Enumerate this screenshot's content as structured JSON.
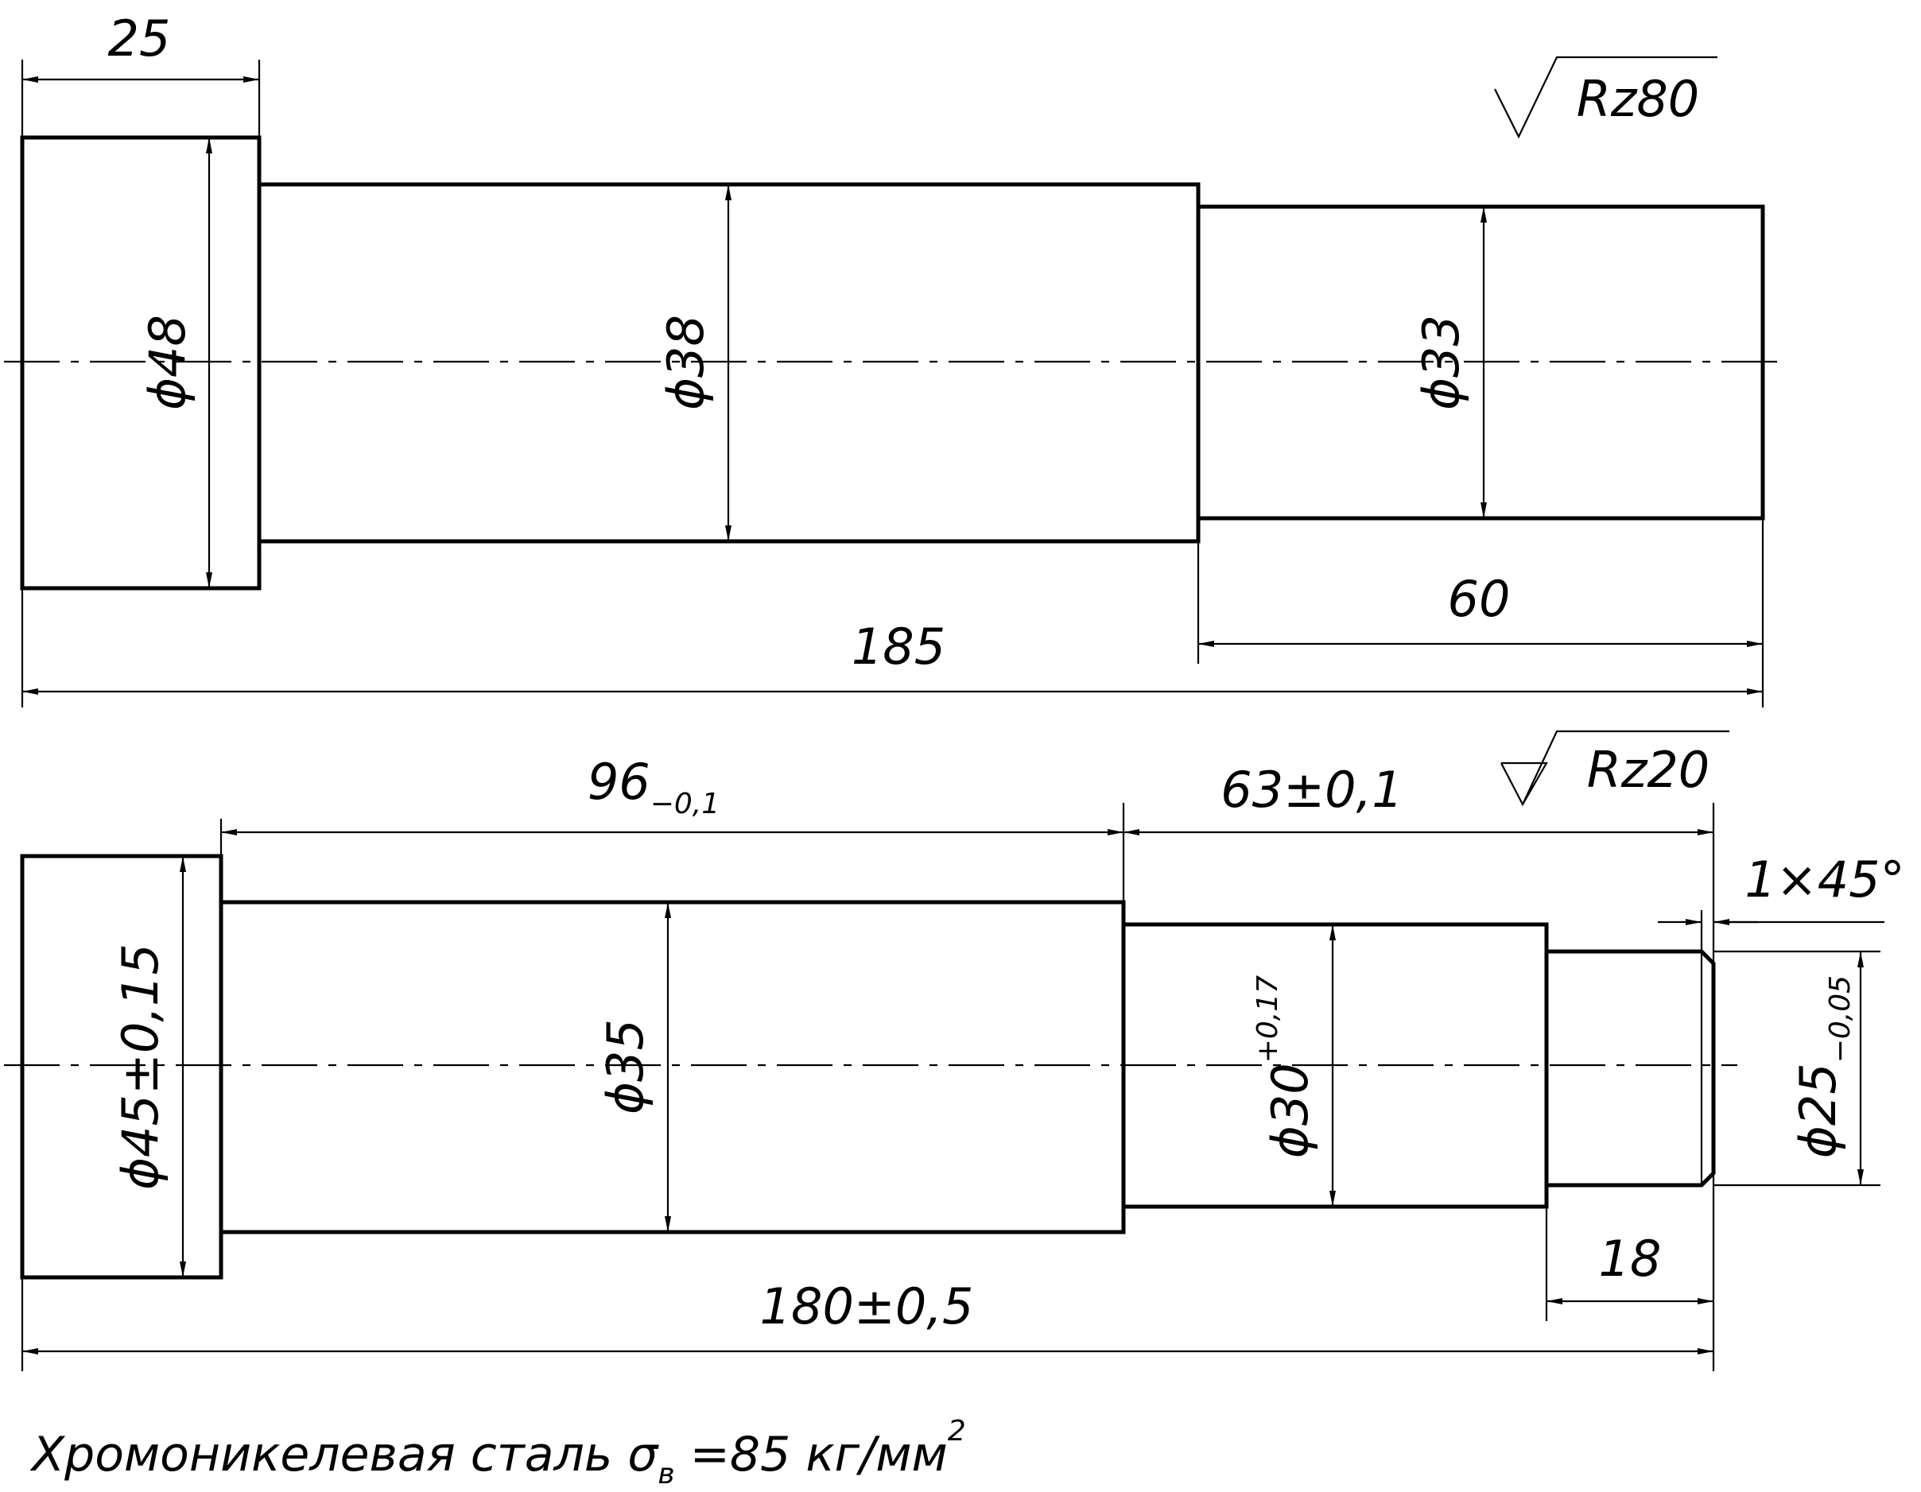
{
  "top_shaft": {
    "len_25": "25",
    "dia_48": "ϕ48",
    "dia_38": "ϕ38",
    "dia_33": "ϕ33",
    "len_60": "60",
    "len_185": "185",
    "roughness": "Rz80"
  },
  "bottom_shaft": {
    "len_96": "96",
    "len_96_tol": "−0,1",
    "len_63": "63±0,1",
    "chamfer": "1×45°",
    "roughness": "Rz20",
    "dia_45": "ϕ45±0,15",
    "dia_35": "ϕ35",
    "dia_30": "ϕ30",
    "dia_30_tol": "+0,17",
    "dia_25": "ϕ25",
    "dia_25_tol": "−0,05",
    "len_18": "18",
    "len_180": "180±0,5"
  },
  "material_note": {
    "text": "Хромоникелевая сталь σ",
    "sub": "в",
    "text2": " =85 кг/мм",
    "sup": "2"
  }
}
